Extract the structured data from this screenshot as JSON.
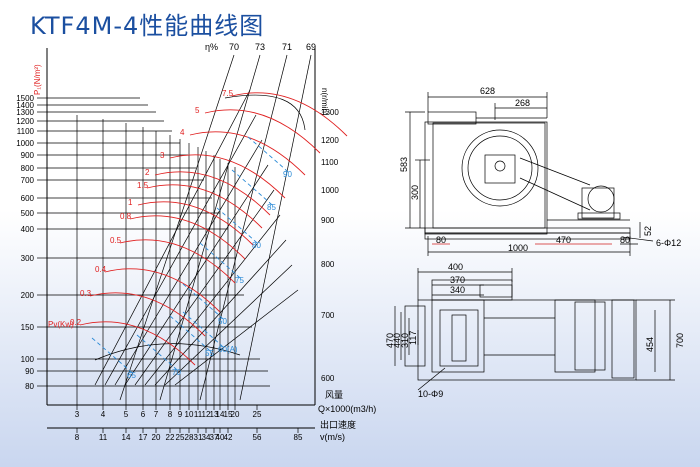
{
  "title": "KTF4M-4性能曲线图",
  "eta": {
    "label": "η%",
    "ticks": [
      "70",
      "73",
      "71",
      "69"
    ]
  },
  "left_axis": {
    "label": "P₁(N/m²)",
    "ticks": [
      "1500",
      "1400",
      "1300",
      "1200",
      "1100",
      "1000",
      "900",
      "800",
      "700",
      "600",
      "500",
      "400",
      "300",
      "200",
      "150",
      "100",
      "90",
      "80"
    ]
  },
  "right_axis": {
    "label": "n(r/min)",
    "ticks": [
      "1300",
      "1200",
      "1100",
      "1000",
      "900",
      "800",
      "700",
      "600"
    ]
  },
  "power_curves": {
    "label": "Pv(Kw)",
    "values": [
      "0.2",
      "0.3",
      "0.4",
      "0.5",
      "0.8",
      "1",
      "1.5",
      "2",
      "3",
      "4",
      "5",
      "7.5"
    ]
  },
  "sound_curves": {
    "values": [
      "65",
      "70",
      "75",
      "80",
      "85",
      "90",
      "60(A)",
      "55",
      "50"
    ]
  },
  "x_axis_q": {
    "label1": "风量",
    "label2": "Q×1000(m3/h)",
    "ticks": [
      "3",
      "4",
      "5",
      "6",
      "7",
      "8",
      "9",
      "10",
      "11",
      "12",
      "13",
      "14",
      "15",
      "20",
      "25"
    ]
  },
  "x_axis_v": {
    "label1": "出口速度",
    "label2": "v(m/s)",
    "ticks": [
      "8",
      "11",
      "14",
      "17",
      "20",
      "22",
      "25",
      "28",
      "31",
      "34",
      "37",
      "40",
      "42",
      "56",
      "85"
    ]
  },
  "drawing_top": {
    "dims": [
      "628",
      "268",
      "583",
      "300",
      "52",
      "80",
      "470",
      "80",
      "1000"
    ],
    "holes": "6-Φ12"
  },
  "drawing_bottom": {
    "dims": [
      "400",
      "370",
      "340",
      "470",
      "440",
      "310",
      "117",
      "454",
      "700"
    ],
    "holes": "10-Φ9"
  }
}
